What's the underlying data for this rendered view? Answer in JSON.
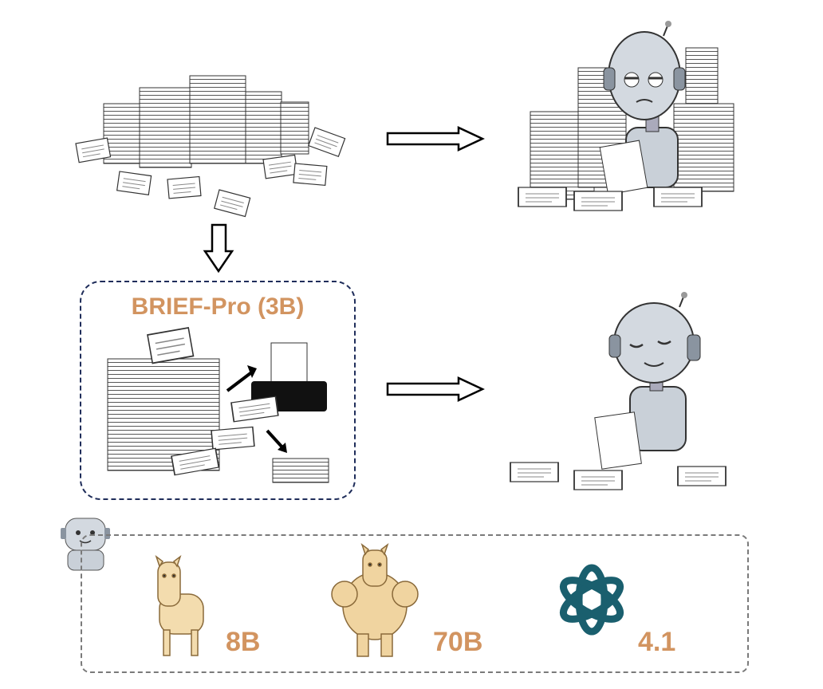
{
  "compressor": {
    "title": "BRIEF-Pro (3B)"
  },
  "models": [
    {
      "label": "8B",
      "icon": "llama-icon"
    },
    {
      "label": "70B",
      "icon": "muscular-llama-icon"
    },
    {
      "label": "4.1",
      "icon": "openai-logo-icon"
    }
  ],
  "colors": {
    "accent": "#d29460",
    "box_border": "#1f2d5a",
    "models_border": "#7a7a7a",
    "openai": "#1a5f6e"
  }
}
